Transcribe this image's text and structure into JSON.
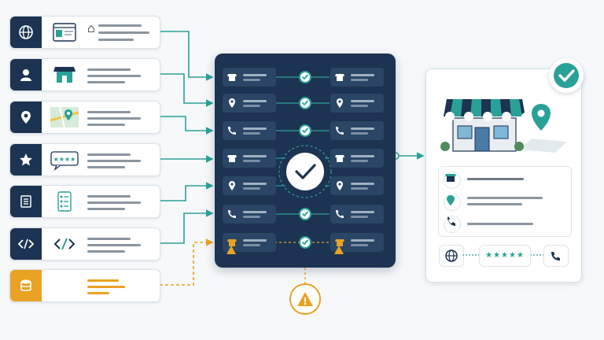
{
  "sources": [
    {
      "id": "web",
      "icon": "globe-icon",
      "thumb": "web-page-icon"
    },
    {
      "id": "profile",
      "icon": "user-icon",
      "thumb": "storefront-icon"
    },
    {
      "id": "maps",
      "icon": "map-pin-icon",
      "thumb": "map-thumbnail-icon"
    },
    {
      "id": "reviews",
      "icon": "star-icon",
      "thumb": "review-bubble-icon"
    },
    {
      "id": "directory",
      "icon": "list-icon",
      "thumb": "checklist-icon"
    },
    {
      "id": "code",
      "icon": "code-icon",
      "thumb": "code-icon"
    },
    {
      "id": "database",
      "icon": "database-icon",
      "thumb": "",
      "status": "warning"
    }
  ],
  "hub": {
    "rows": [
      "storefront-icon",
      "map-pin-icon",
      "phone-icon",
      "storefront-icon",
      "map-pin-icon",
      "phone-icon",
      "storefront-warning-icon"
    ],
    "center": "checkmark-icon"
  },
  "alert": {
    "icon": "warning-triangle-icon",
    "glyph": "!"
  },
  "output": {
    "badge": "checkmark-icon",
    "illustration": "storefront-with-map-pin",
    "fields": [
      "storefront-icon",
      "map-pin-icon",
      "phone-icon"
    ],
    "footer": {
      "left": "globe-icon",
      "rating_stars": "★★★★★",
      "right": "phone-icon"
    }
  },
  "colors": {
    "navy": "#1c3351",
    "teal": "#2aa198",
    "amber": "#e9a224",
    "bg": "#f6f8fa"
  }
}
